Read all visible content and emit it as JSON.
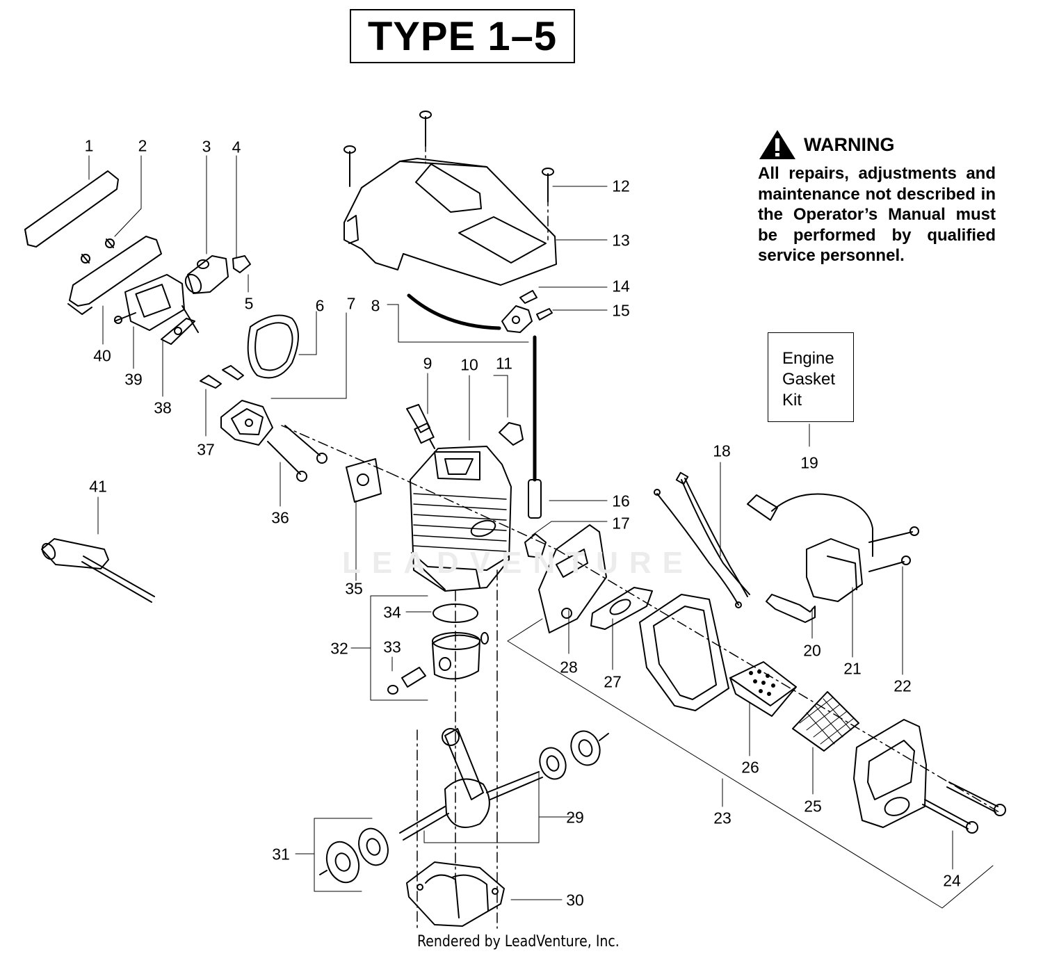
{
  "title": "TYPE 1–5",
  "warning": {
    "heading": "WARNING",
    "icon": "warning-triangle-icon",
    "text": "All repairs, adjustments and maintenance not described in the Operator’s Manual must be performed by qualified service personnel."
  },
  "kit": {
    "lines": [
      "Engine",
      "Gasket",
      "Kit"
    ],
    "number": "19"
  },
  "watermark": "LEADVENTURE",
  "credit": "Rendered by LeadVenture, Inc.",
  "part_numbers": [
    "1",
    "2",
    "3",
    "4",
    "5",
    "6",
    "7",
    "8",
    "9",
    "10",
    "11",
    "12",
    "13",
    "14",
    "15",
    "16",
    "17",
    "18",
    "19",
    "20",
    "21",
    "22",
    "23",
    "24",
    "25",
    "26",
    "27",
    "28",
    "29",
    "30",
    "31",
    "32",
    "33",
    "34",
    "35",
    "36",
    "37",
    "38",
    "39",
    "40",
    "41"
  ]
}
